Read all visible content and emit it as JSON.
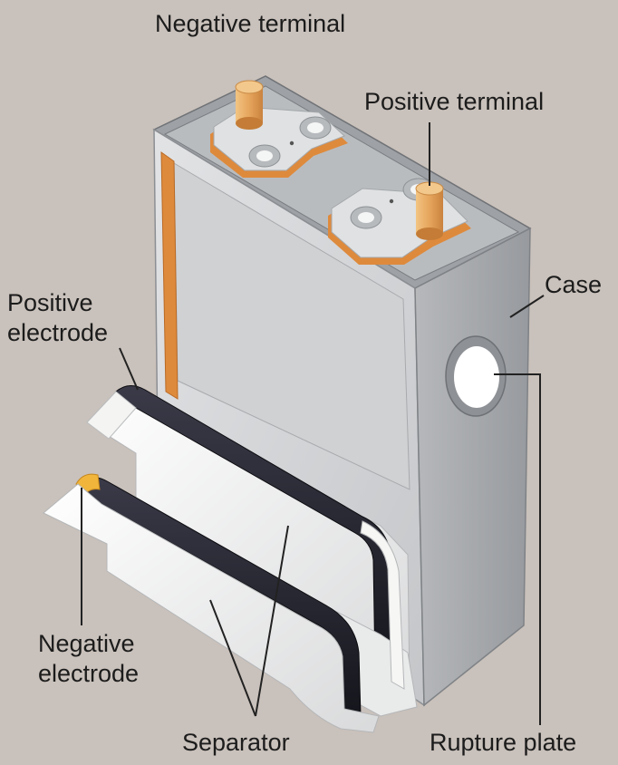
{
  "labels": {
    "negative_terminal": "Negative terminal",
    "positive_terminal": "Positive terminal",
    "case": "Case",
    "positive_electrode": [
      "Positive",
      "electrode"
    ],
    "negative_electrode": [
      "Negative",
      "electrode"
    ],
    "separator": "Separator",
    "rupture_plate": "Rupture plate"
  },
  "colors": {
    "background": "#c9c1bb",
    "case_front": "#d3d4d6",
    "case_side": "#a9abae",
    "case_top": "#9ea1a5",
    "terminal": "#e4a660",
    "tab_copper": "#de8a3c",
    "electrode_dark": "#22222e",
    "separator": "#f3f3f1",
    "leader_line": "#222222"
  }
}
